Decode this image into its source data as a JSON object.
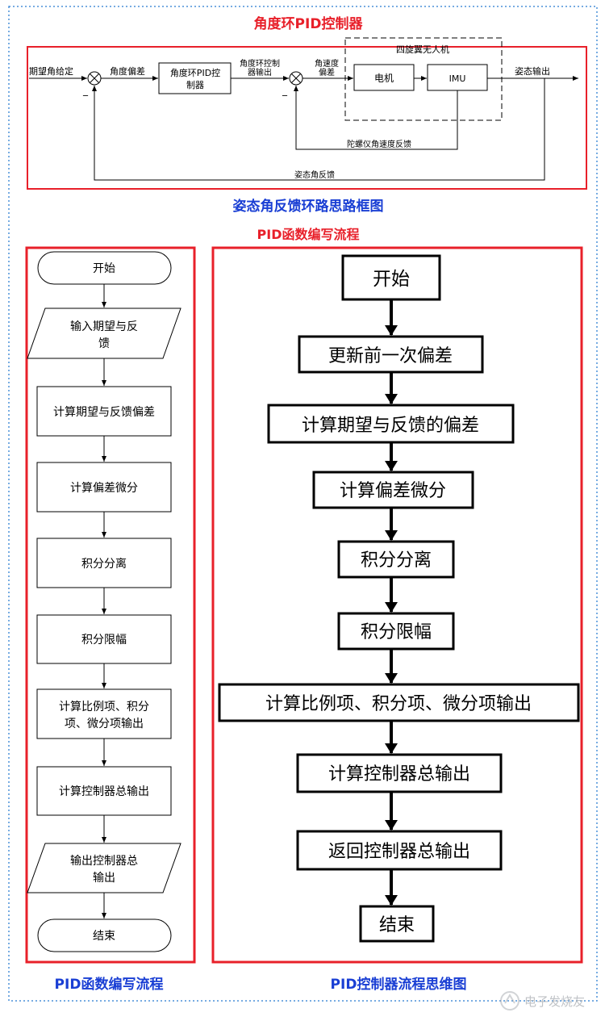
{
  "titles": {
    "top": "角度环PID控制器",
    "block_diagram": "姿态角反馈环路思路框图",
    "middle": "PID函数编写流程",
    "left_bottom": "PID函数编写流程",
    "right_bottom": "PID控制器流程思维图"
  },
  "block_diagram": {
    "input": "期望角给定",
    "error1": "角度偏差",
    "controller_line1": "角度环PID控",
    "controller_line2": "制器",
    "out_line1": "角度环控制",
    "out_line2": "器输出",
    "rate_err_line1": "角速度",
    "rate_err_line2": "偏差",
    "group": "四旋翼无人机",
    "motor": "电机",
    "imu": "IMU",
    "output": "姿态输出",
    "gyro_feedback": "陀螺仪角速度反馈",
    "angle_feedback": "姿态角反馈",
    "minus": "_"
  },
  "left_flow": {
    "start": "开始",
    "input_line1": "输入期望与反",
    "input_line2": "馈",
    "step1": "计算期望与反馈偏差",
    "step2": "计算偏差微分",
    "step3": "积分分离",
    "step4": "积分限幅",
    "step5_line1": "计算比例项、积分",
    "step5_line2": "项、微分项输出",
    "step6": "计算控制器总输出",
    "output_line1": "输出控制器总",
    "output_line2": "输出",
    "end": "结束"
  },
  "right_flow": {
    "start": "开始",
    "step1": "更新前一次偏差",
    "step2": "计算期望与反馈的偏差",
    "step3": "计算偏差微分",
    "step4": "积分分离",
    "step5": "积分限幅",
    "step6": "计算比例项、积分项、微分项输出",
    "step7": "计算控制器总输出",
    "step8": "返回控制器总输出",
    "end": "结束"
  },
  "watermark": "电子发烧友",
  "colors": {
    "red": "#e8202a",
    "blue": "#1a3fd4",
    "dotted_border": "#4a90d9"
  }
}
